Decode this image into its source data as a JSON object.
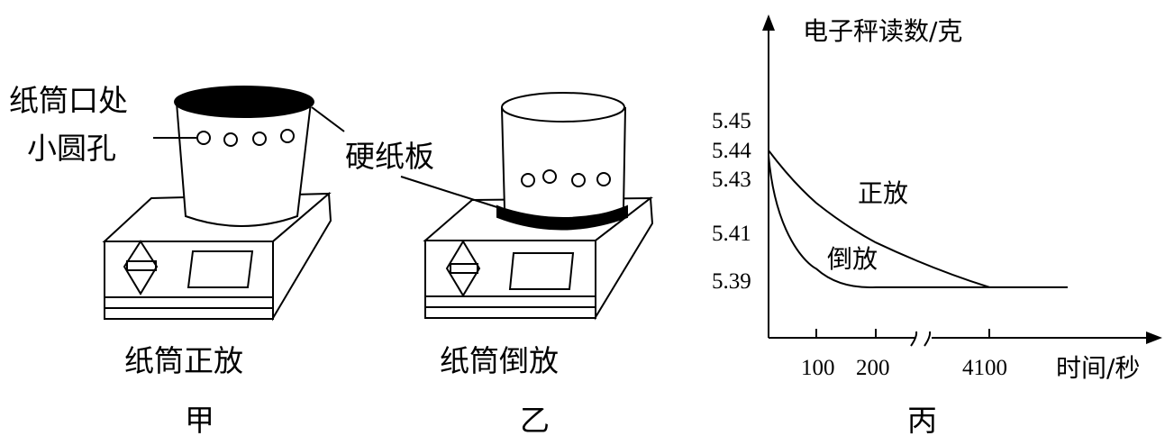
{
  "labels": {
    "hole_line1": "纸筒口处",
    "hole_line2": "小圆孔",
    "board": "硬纸板",
    "caption_jia": "纸筒正放",
    "caption_yi": "纸筒倒放",
    "panel_jia": "甲",
    "panel_yi": "乙",
    "panel_bing": "丙"
  },
  "chart_data": {
    "type": "line",
    "ylabel": "电子秤读数/克",
    "xlabel": "时间/秒",
    "x_ticks": [
      "100",
      "200",
      "4100"
    ],
    "y_ticks": [
      "5.45",
      "5.44",
      "5.43",
      "5.41",
      "5.39"
    ],
    "axis_break": true,
    "series": [
      {
        "name": "正放",
        "x": [
          0,
          100,
          200,
          4100
        ],
        "y": [
          5.44,
          5.42,
          5.405,
          5.388
        ]
      },
      {
        "name": "倒放",
        "x": [
          0,
          100,
          200,
          4100
        ],
        "y": [
          5.438,
          5.395,
          5.388,
          5.388
        ]
      }
    ],
    "final_value": 5.388
  }
}
